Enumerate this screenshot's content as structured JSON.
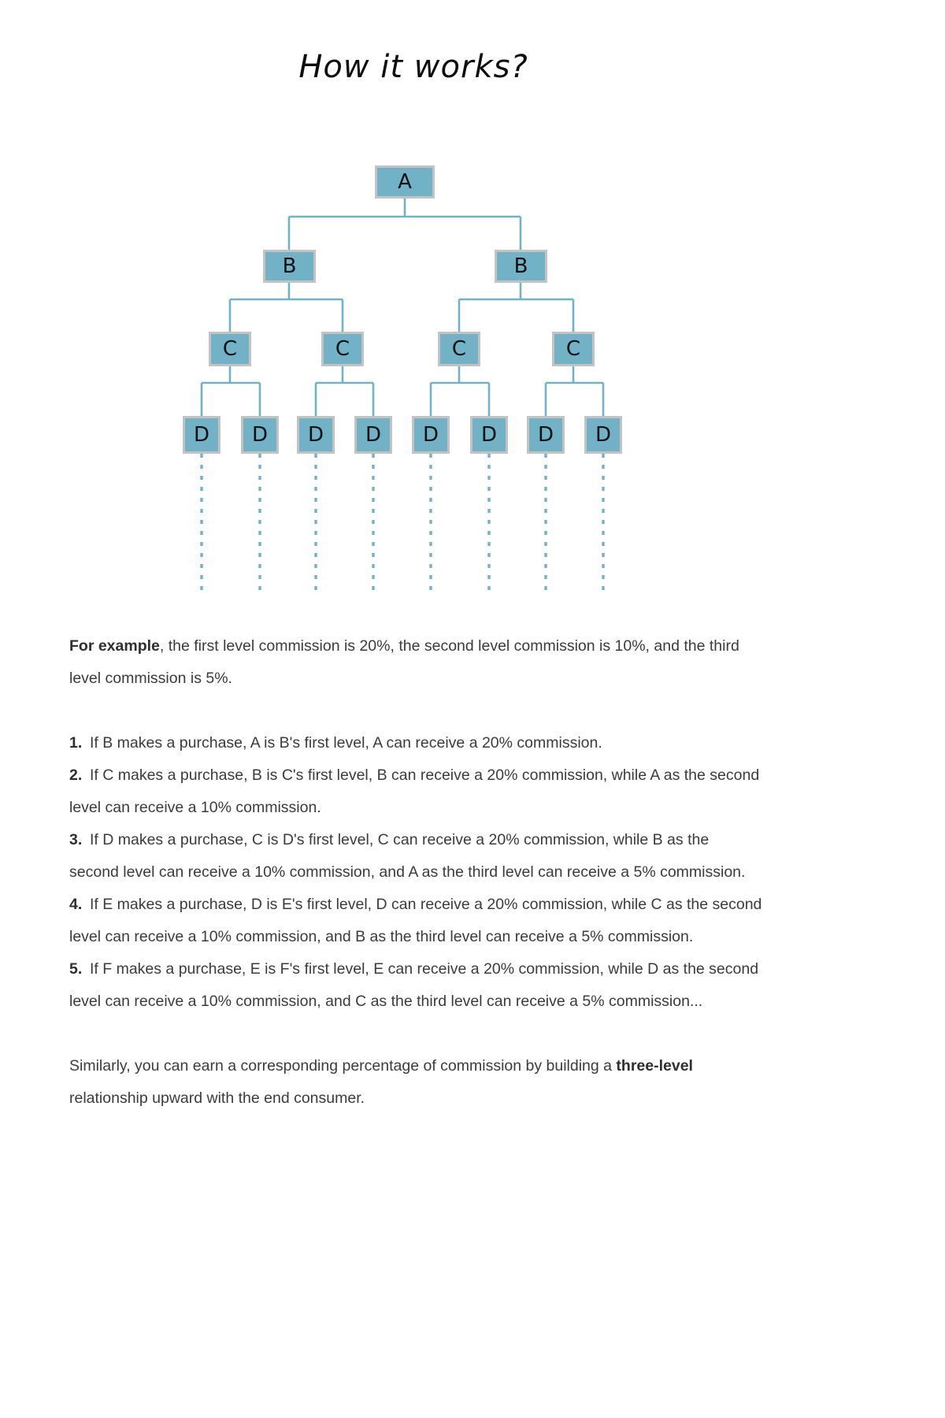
{
  "page": {
    "title": "How it works?",
    "background": "#ffffff",
    "text_color": "#3b3b3b",
    "accent_color": "#71B2C6",
    "node_border_color": "#C3C3C3"
  },
  "diagram": {
    "name": "multi-level-referral-tree",
    "levels": [
      {
        "level": 1,
        "label": "A",
        "count": 1
      },
      {
        "level": 2,
        "label": "B",
        "count": 2
      },
      {
        "level": 3,
        "label": "C",
        "count": 4
      },
      {
        "level": 4,
        "label": "D",
        "count": 8
      }
    ],
    "nodes": [
      {
        "id": "a1",
        "label": "A",
        "level": 1
      },
      {
        "id": "b1",
        "label": "B",
        "level": 2
      },
      {
        "id": "b2",
        "label": "B",
        "level": 2
      },
      {
        "id": "c1",
        "label": "C",
        "level": 3
      },
      {
        "id": "c2",
        "label": "C",
        "level": 3
      },
      {
        "id": "c3",
        "label": "C",
        "level": 3
      },
      {
        "id": "c4",
        "label": "C",
        "level": 3
      },
      {
        "id": "d1",
        "label": "D",
        "level": 4
      },
      {
        "id": "d2",
        "label": "D",
        "level": 4
      },
      {
        "id": "d3",
        "label": "D",
        "level": 4
      },
      {
        "id": "d4",
        "label": "D",
        "level": 4
      },
      {
        "id": "d5",
        "label": "D",
        "level": 4
      },
      {
        "id": "d6",
        "label": "D",
        "level": 4
      },
      {
        "id": "d7",
        "label": "D",
        "level": 4
      },
      {
        "id": "d8",
        "label": "D",
        "level": 4
      }
    ],
    "continuation": "dotted-lines-below-level-4"
  },
  "body": {
    "example_intro_bold": "For example",
    "example_rest": ", the first level commission is 20%, the second level commission is 10%, and the third level commission is 5%.",
    "list": [
      {
        "num": "1.",
        "text": "If B makes a purchase, A is B's first level, A can receive a 20% commission."
      },
      {
        "num": "2.",
        "text": "If C makes a purchase, B is C's first level, B can receive a 20% commission, while A as the second level can receive a 10% commission."
      },
      {
        "num": "3.",
        "text": "If D makes a purchase, C is D's first level, C can receive a 20% commission, while B as the second level can receive a 10% commission, and A as the third level can receive a 5% commission."
      },
      {
        "num": "4.",
        "text": "If E makes a purchase, D is E's first level, D can receive a 20% commission, while C as the second level can receive a 10% commission, and B as the third level can receive a 5% commission."
      },
      {
        "num": "5.",
        "text": "If F makes a purchase, E is F's first level, E can receive a 20% commission, while D as the second level can receive a 10% commission, and C as the third level can receive a 5% commission..."
      }
    ],
    "closing_pre": "Similarly, you can earn a corresponding percentage of commission by building a ",
    "closing_bold": "three-level",
    "closing_post": " relationship upward with the end consumer."
  }
}
